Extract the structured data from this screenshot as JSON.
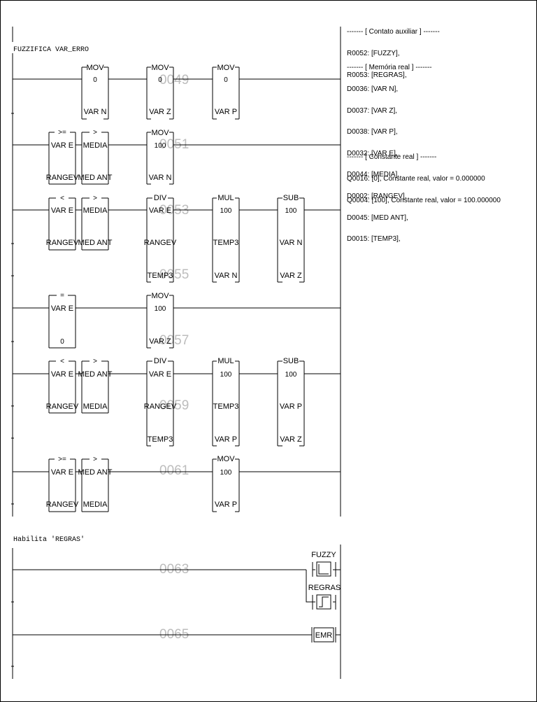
{
  "comments": {
    "fuzzifica": "FUZZIFICA VAR_ERRO",
    "habilita": "Habilita 'REGRAS'"
  },
  "side_panel": {
    "aux_header": "------- [ Contato auxiliar ] -------",
    "aux_lines": [
      "R0052: [FUZZY],",
      "R0053: [REGRAS],"
    ],
    "mem_header": "------- [ Memória real ] -------",
    "mem_lines": [
      "D0036: [VAR N],",
      "D0037: [VAR Z],",
      "D0038: [VAR P],",
      "D0032: [VAR E],",
      "D0044: [MEDIA],",
      "D0002: [RANGEV],",
      "D0045: [MED ANT],",
      "D0015: [TEMP3],"
    ],
    "const_header": "------- [ Constante real ] -------",
    "const_lines": [
      "Q0016: [0], Constante real, valor = 0.000000",
      "Q0004: [100], Constante real, valor = 100.000000"
    ]
  },
  "line_numbers": [
    "0049",
    "0051",
    "0053",
    "0055",
    "0057",
    "0059",
    "0061",
    "0063",
    "0065"
  ],
  "blocks": {
    "r1_mov1": {
      "title": "MOV",
      "in": "0",
      "out": "VAR N"
    },
    "r1_mov2": {
      "title": "MOV",
      "in": "0",
      "out": "VAR Z"
    },
    "r1_mov3": {
      "title": "MOV",
      "in": "0",
      "out": "VAR P"
    },
    "r2_cmp1": {
      "title": ">=",
      "in": "VAR E",
      "out": "RANGEV"
    },
    "r2_cmp2": {
      "title": ">",
      "in": "MEDIA",
      "out": "MED ANT"
    },
    "r2_mov": {
      "title": "MOV",
      "in": "100",
      "out": "VAR N"
    },
    "r3_cmp1": {
      "title": "<",
      "in": "VAR E",
      "out": "RANGEV"
    },
    "r3_cmp2": {
      "title": ">",
      "in": "MEDIA",
      "out": "MED ANT"
    },
    "r3_div": {
      "title": "DIV",
      "in": "VAR E",
      "mid": "RANGEV",
      "out": "TEMP3"
    },
    "r3_mul": {
      "title": "MUL",
      "in": "100",
      "mid": "TEMP3",
      "out": "VAR N"
    },
    "r3_sub": {
      "title": "SUB",
      "in": "100",
      "mid": "VAR N",
      "out": "VAR Z"
    },
    "r4_cmp": {
      "title": "=",
      "in": "VAR E",
      "out": "0"
    },
    "r4_mov": {
      "title": "MOV",
      "in": "100",
      "out": "VAR Z"
    },
    "r5_cmp1": {
      "title": "<",
      "in": "VAR E",
      "out": "RANGEV"
    },
    "r5_cmp2": {
      "title": ">",
      "in": "MED ANT",
      "out": "MEDIA"
    },
    "r5_div": {
      "title": "DIV",
      "in": "VAR E",
      "mid": "RANGEV",
      "out": "TEMP3"
    },
    "r5_mul": {
      "title": "MUL",
      "in": "100",
      "mid": "TEMP3",
      "out": "VAR P"
    },
    "r5_sub": {
      "title": "SUB",
      "in": "100",
      "mid": "VAR P",
      "out": "VAR Z"
    },
    "r6_cmp1": {
      "title": ">=",
      "in": "VAR E",
      "out": "RANGEV"
    },
    "r6_cmp2": {
      "title": ">",
      "in": "MED ANT",
      "out": "MEDIA"
    },
    "r6_mov": {
      "title": "MOV",
      "in": "100",
      "out": "VAR P"
    }
  },
  "coils": {
    "fuzzy": "FUZZY",
    "regras": "REGRAS",
    "emr": "EMR"
  }
}
